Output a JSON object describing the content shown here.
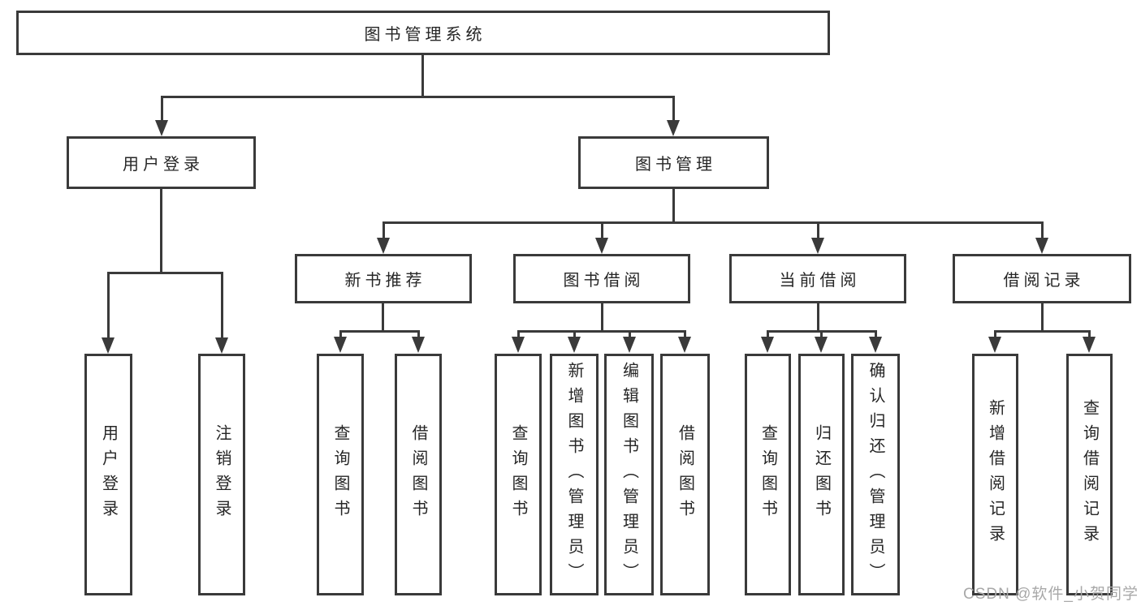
{
  "tree": {
    "root": {
      "label": "图书管理系统"
    },
    "branches": [
      {
        "label": "用户登录",
        "children": [
          {
            "label": "用户登录"
          },
          {
            "label": "注销登录"
          }
        ]
      },
      {
        "label": "图书管理",
        "children": [
          {
            "label": "新书推荐",
            "children": [
              {
                "label": "查询图书"
              },
              {
                "label": "借阅图书"
              }
            ]
          },
          {
            "label": "图书借阅",
            "children": [
              {
                "label": "查询图书"
              },
              {
                "label": "新增图书（管理员）"
              },
              {
                "label": "编辑图书（管理员）"
              },
              {
                "label": "借阅图书"
              }
            ]
          },
          {
            "label": "当前借阅",
            "children": [
              {
                "label": "查询图书"
              },
              {
                "label": "归还图书"
              },
              {
                "label": "确认归还（管理员）"
              }
            ]
          },
          {
            "label": "借阅记录",
            "children": [
              {
                "label": "新增借阅记录"
              },
              {
                "label": "查询借阅记录"
              }
            ]
          }
        ]
      }
    ]
  },
  "watermark": {
    "text": "CSDN @软件_小贺同学"
  },
  "colors": {
    "line": "#3a3a3a",
    "text": "#262626",
    "background": "#ffffff",
    "watermark": "#a8a8a8"
  }
}
